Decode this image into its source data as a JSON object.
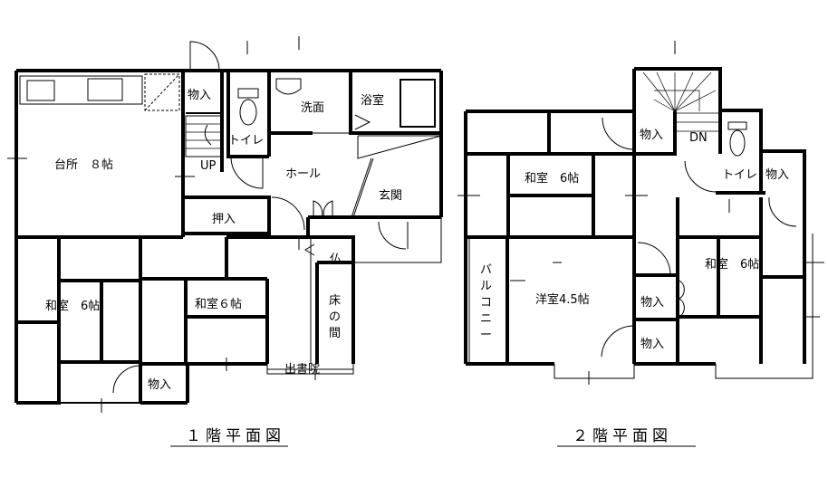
{
  "floor1": {
    "title": "１階平面図",
    "rooms": {
      "kitchen": "台所　８帖",
      "closet_top": "物入",
      "toilet": "トイレ",
      "washroom": "洗面",
      "bath": "浴室",
      "stairs_up": "UP",
      "hall": "ホール",
      "entrance": "玄関",
      "oshiire": "押入",
      "butsudan": "仏",
      "washitsu_left": "和室　6帖",
      "washitsu_center": "和室６帖",
      "tokonoma_1": "床",
      "tokonoma_2": "の",
      "tokonoma_3": "間",
      "closet_bottom": "物入",
      "shoin": "出書院"
    }
  },
  "floor2": {
    "title": "２階平面図",
    "rooms": {
      "closet_top": "物入",
      "stairs_down": "DN",
      "toilet": "トイレ",
      "closet_right": "物入",
      "washitsu_top": "和室　6帖",
      "balcony_1": "バ",
      "balcony_2": "ル",
      "balcony_3": "コ",
      "balcony_4": "ニ",
      "balcony_5": "ー",
      "youshitsu": "洋室4.5帖",
      "closet_mid": "物入",
      "closet_low": "物入",
      "washitsu_right": "和室　6帖"
    }
  }
}
